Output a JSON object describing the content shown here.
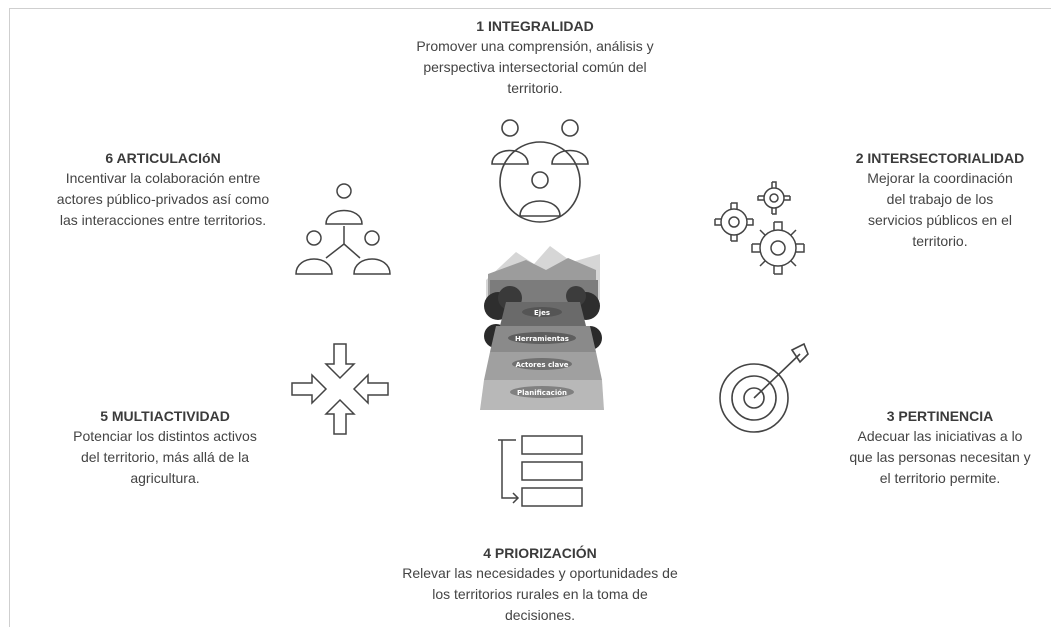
{
  "principles": [
    {
      "id": 1,
      "title": "1 INTEGRALIDAD",
      "desc_lines": [
        "Promover una comprensión, análisis y",
        "perspectiva intersectorial común del",
        "territorio."
      ],
      "icon": "group-circle-icon"
    },
    {
      "id": 2,
      "title": "2 INTERSECTORIALIDAD",
      "desc_lines": [
        "Mejorar la coordinación",
        "del trabajo de los",
        "servicios públicos en el",
        "territorio."
      ],
      "icon": "gears-icon"
    },
    {
      "id": 3,
      "title": "3 PERTINENCIA",
      "desc_lines": [
        "Adecuar las iniciativas a lo",
        "que las personas necesitan y",
        "el territorio permite."
      ],
      "icon": "target-icon"
    },
    {
      "id": 4,
      "title": "4 PRIORIZACIÓN",
      "desc_lines": [
        "Relevar las necesidades y oportunidades de",
        "los territorios rurales en la toma de",
        "decisiones."
      ],
      "icon": "priority-list-icon"
    },
    {
      "id": 5,
      "title": "5 MULTIACTIVIDAD",
      "desc_lines": [
        "Potenciar los distintos activos",
        "del territorio, más allá de la",
        "agricultura."
      ],
      "icon": "converging-arrows-icon"
    },
    {
      "id": 6,
      "title": "6 ARTICULACIóN",
      "desc_lines": [
        "Incentivar la colaboración entre",
        "actores público-privados así como",
        "las interacciones entre territorios."
      ],
      "icon": "network-people-icon"
    }
  ],
  "center_image": {
    "icon": "territory-layers-image",
    "labels": [
      "Ejes",
      "Herramientas",
      "Actores clave",
      "Planificación"
    ]
  }
}
